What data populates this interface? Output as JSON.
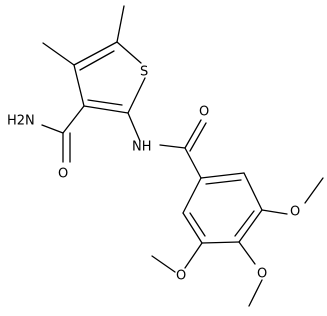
{
  "molecule": {
    "atoms": {
      "amide_nh2": "H2N",
      "amide_carbonyl_o": "O",
      "thiophene_s": "S",
      "linker_nh": "NH",
      "benzamide_carbonyl_o": "O",
      "methoxy_o_right": "O",
      "methoxy_o_lower_left": "O",
      "methoxy_o_lower_mid": "O"
    }
  },
  "colors": {
    "bond": "#000000",
    "label": "#000000",
    "background": "#ffffff"
  }
}
